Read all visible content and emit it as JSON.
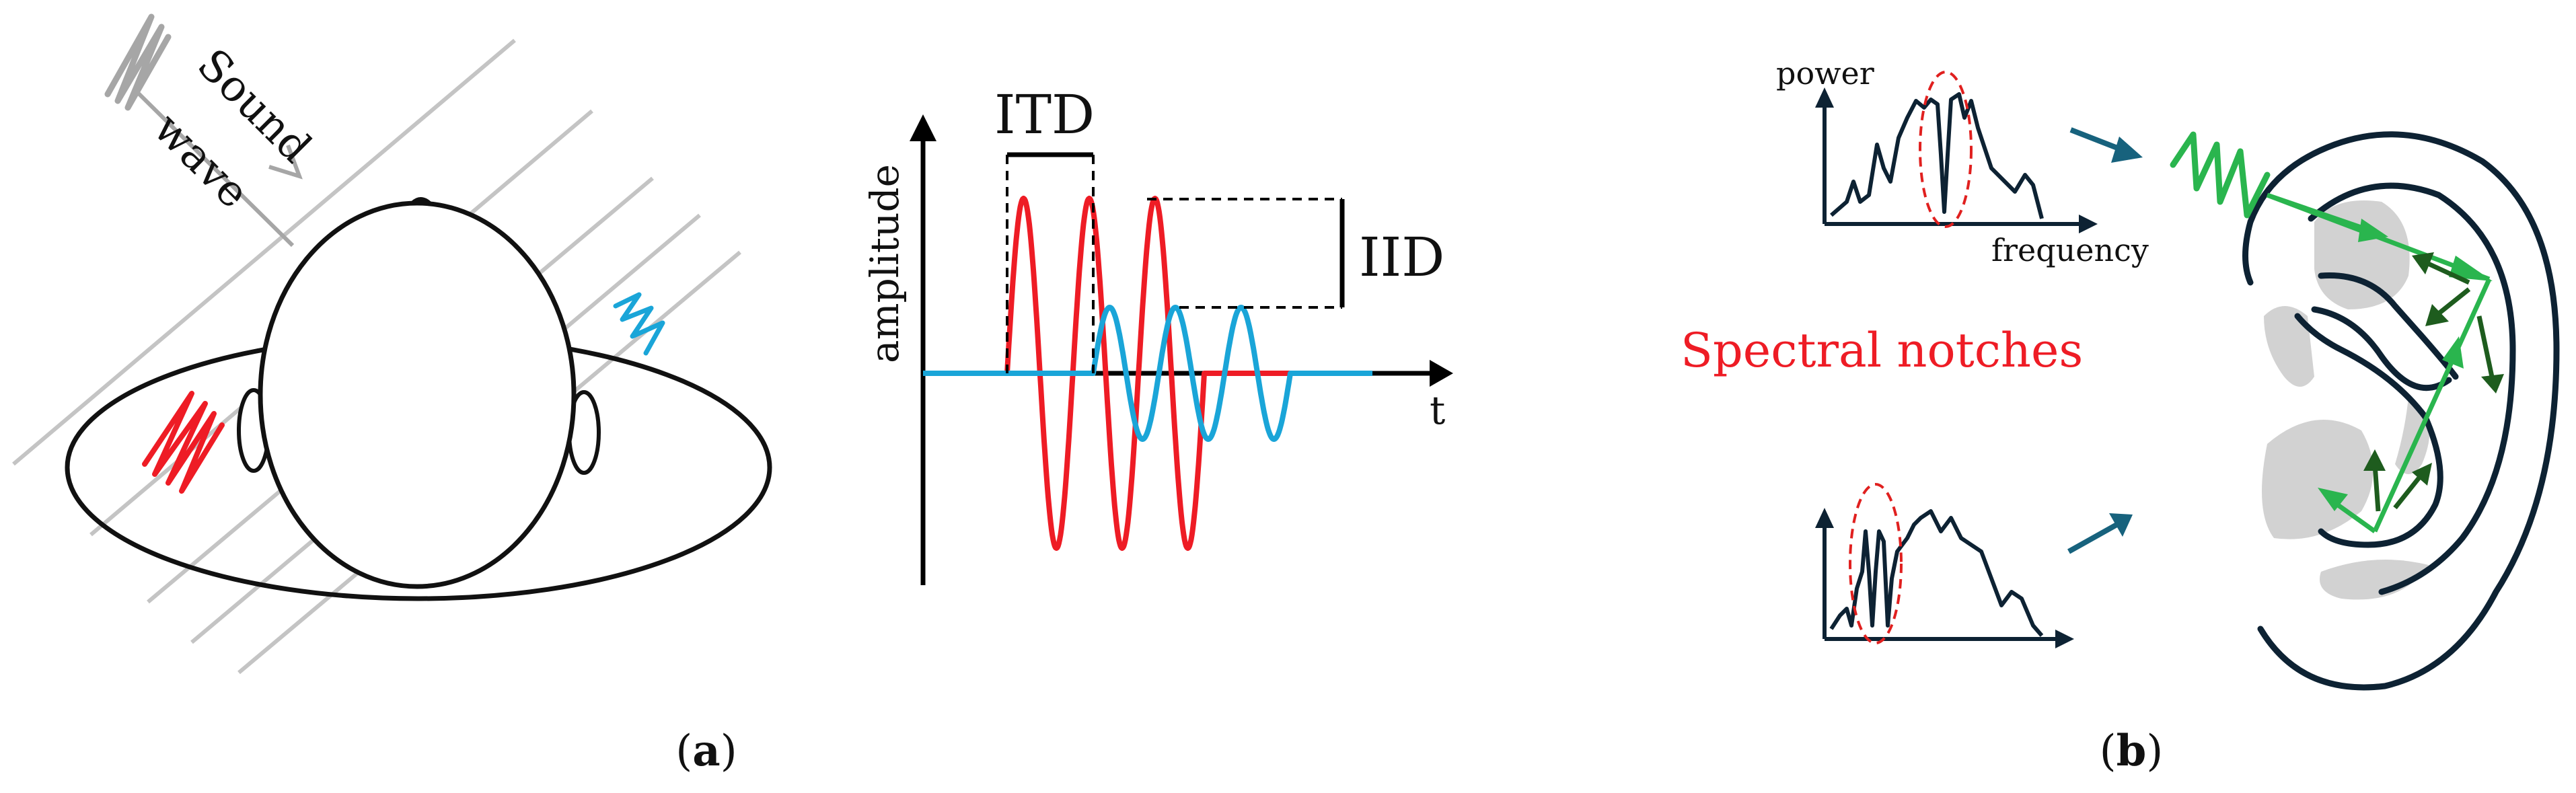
{
  "panel_a": {
    "sound_word": "Sound",
    "wave_word": "wave",
    "itd_label": "ITD",
    "iid_label": "IID",
    "y_axis_label": "amplitude",
    "x_axis_label": "t",
    "caption_letter": "a"
  },
  "panel_b": {
    "power_label": "power",
    "frequency_label": "frequency",
    "spectral_notches_label": "Spectral notches",
    "caption_letter": "b"
  },
  "colors": {
    "red": "#ee1c25",
    "blue": "#1aa5d8",
    "grey": "#c4c4c4",
    "dark_grey": "#a6a6a6",
    "navy": "#0d2233",
    "teal_arrow": "#17627d",
    "bright_green": "#2ab54e",
    "dark_green": "#1e5c1e",
    "ear_fill": "#d2d2d2",
    "notch_red": "#e0201f"
  }
}
